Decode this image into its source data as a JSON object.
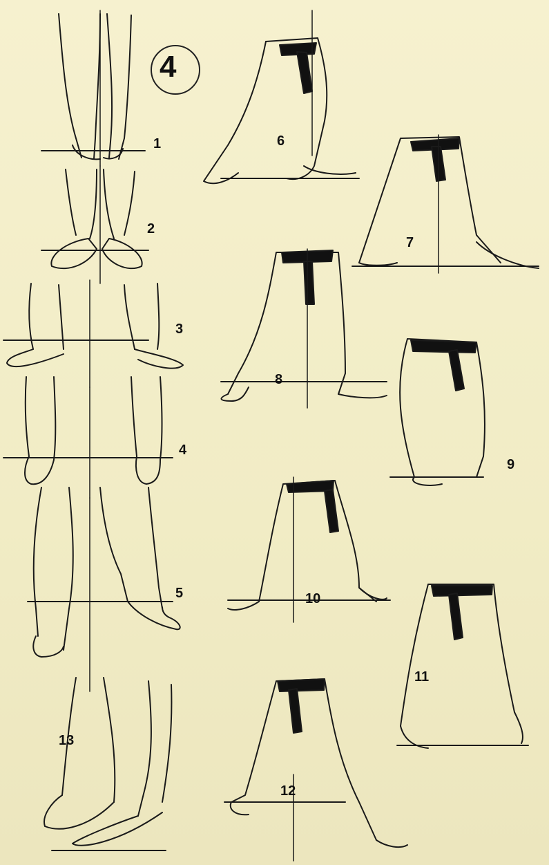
{
  "plate_number": "4",
  "figures": [
    {
      "id": 1,
      "label": "1"
    },
    {
      "id": 2,
      "label": "2"
    },
    {
      "id": 3,
      "label": "3"
    },
    {
      "id": 4,
      "label": "4"
    },
    {
      "id": 5,
      "label": "5"
    },
    {
      "id": 6,
      "label": "6"
    },
    {
      "id": 7,
      "label": "7"
    },
    {
      "id": 8,
      "label": "8"
    },
    {
      "id": 9,
      "label": "9"
    },
    {
      "id": 10,
      "label": "10"
    },
    {
      "id": 11,
      "label": "11"
    },
    {
      "id": 12,
      "label": "12"
    },
    {
      "id": 13,
      "label": "13"
    }
  ],
  "colors": {
    "paper": "#f3efc9",
    "ink": "#111111",
    "bleed_text": "#b7ae8f"
  }
}
